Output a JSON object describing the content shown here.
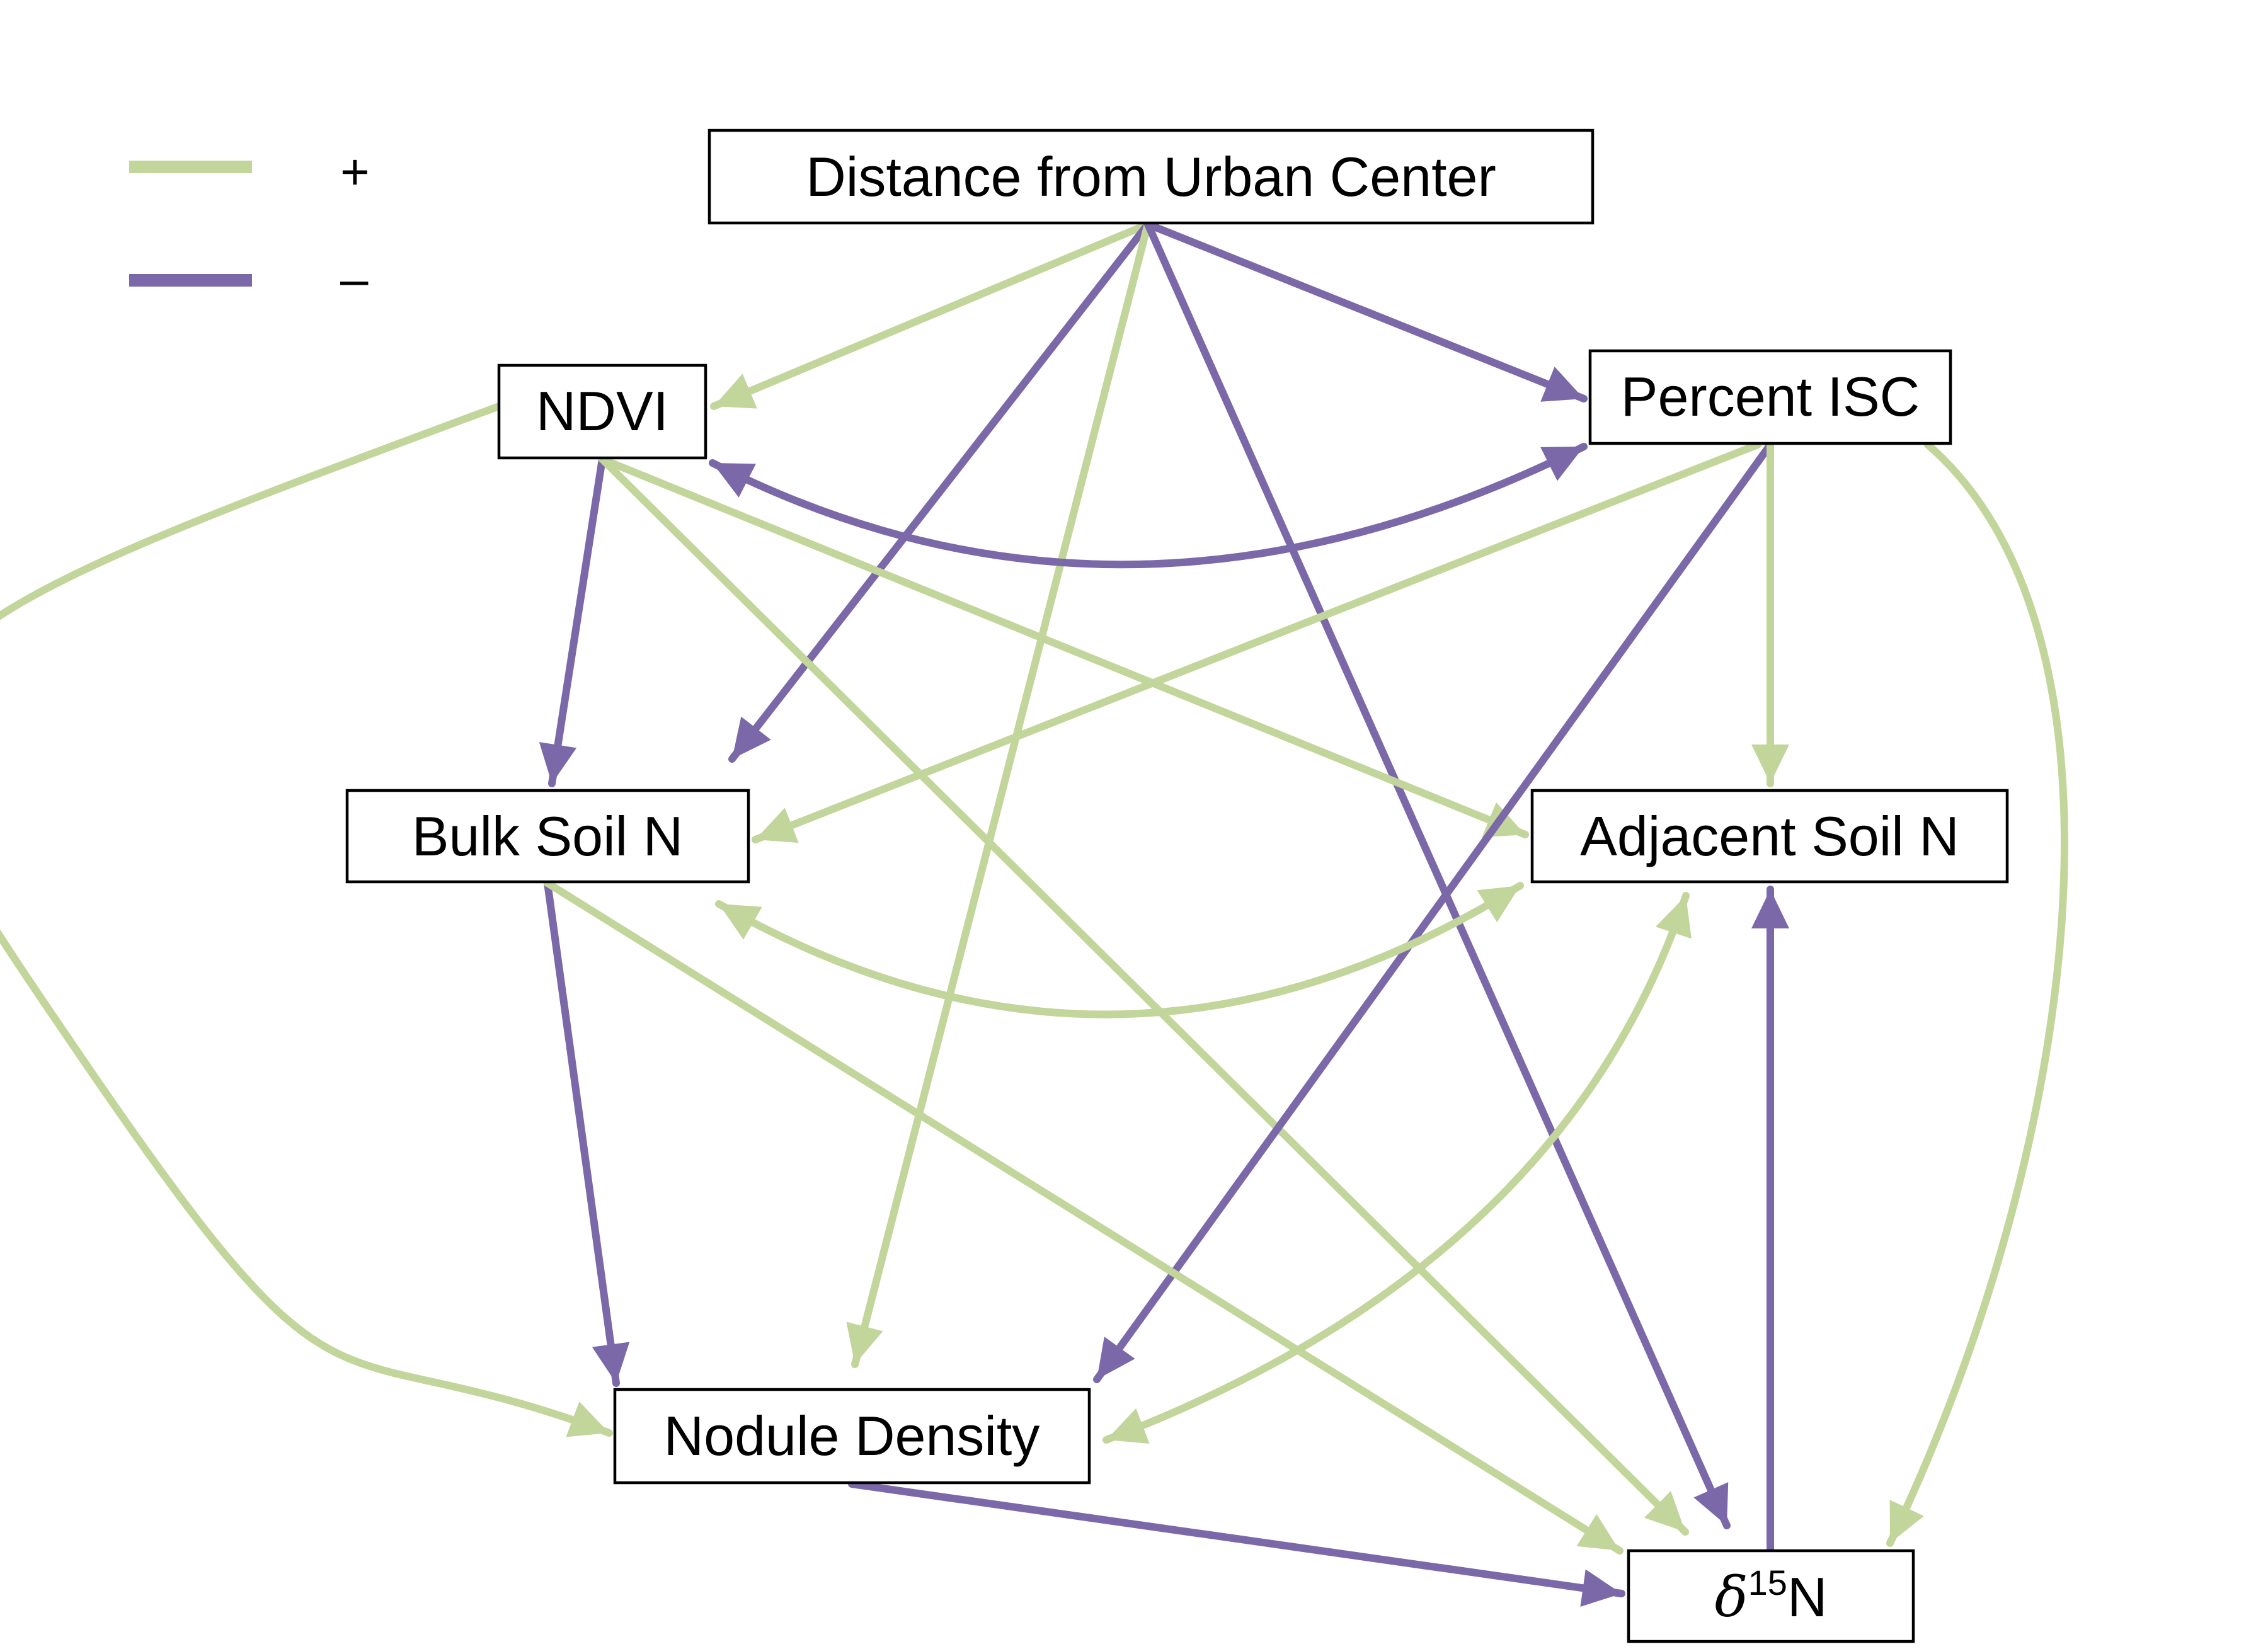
{
  "colors": {
    "positive": "#c2d59b",
    "negative": "#7b68a8"
  },
  "legend": [
    {
      "sign": "positive",
      "label": "+"
    },
    {
      "sign": "negative",
      "label": "–"
    }
  ],
  "nodes": {
    "distance": "Distance from Urban Center",
    "ndvi": "NDVI",
    "isc": "Percent ISC",
    "bulk": "Bulk Soil N",
    "adjacent": "Adjacent Soil N",
    "nodule": "Nodule Density",
    "d15n": "δ15N",
    "d15n_parts": {
      "symbol": "δ",
      "superscript": "15",
      "element": "N"
    }
  },
  "edges": [
    {
      "from": "distance",
      "to": "ndvi",
      "sign": "positive"
    },
    {
      "from": "distance",
      "to": "bulk",
      "sign": "negative"
    },
    {
      "from": "distance",
      "to": "nodule",
      "sign": "positive"
    },
    {
      "from": "distance",
      "to": "d15n",
      "sign": "negative"
    },
    {
      "from": "distance",
      "to": "isc",
      "sign": "negative"
    },
    {
      "from": "ndvi",
      "to": "isc",
      "sign": "negative",
      "bidirectional": true
    },
    {
      "from": "ndvi",
      "to": "bulk",
      "sign": "negative"
    },
    {
      "from": "ndvi",
      "to": "adjacent",
      "sign": "positive"
    },
    {
      "from": "ndvi",
      "to": "d15n",
      "sign": "positive"
    },
    {
      "from": "ndvi",
      "to": "nodule",
      "sign": "positive"
    },
    {
      "from": "isc",
      "to": "bulk",
      "sign": "positive"
    },
    {
      "from": "isc",
      "to": "nodule",
      "sign": "negative"
    },
    {
      "from": "isc",
      "to": "adjacent",
      "sign": "positive"
    },
    {
      "from": "isc",
      "to": "d15n",
      "sign": "positive"
    },
    {
      "from": "bulk",
      "to": "adjacent",
      "sign": "positive",
      "bidirectional": true
    },
    {
      "from": "bulk",
      "to": "nodule",
      "sign": "negative"
    },
    {
      "from": "bulk",
      "to": "d15n",
      "sign": "positive"
    },
    {
      "from": "adjacent",
      "to": "nodule",
      "sign": "positive",
      "bidirectional": true
    },
    {
      "from": "nodule",
      "to": "d15n",
      "sign": "negative"
    },
    {
      "from": "d15n",
      "to": "adjacent",
      "sign": "negative"
    }
  ]
}
